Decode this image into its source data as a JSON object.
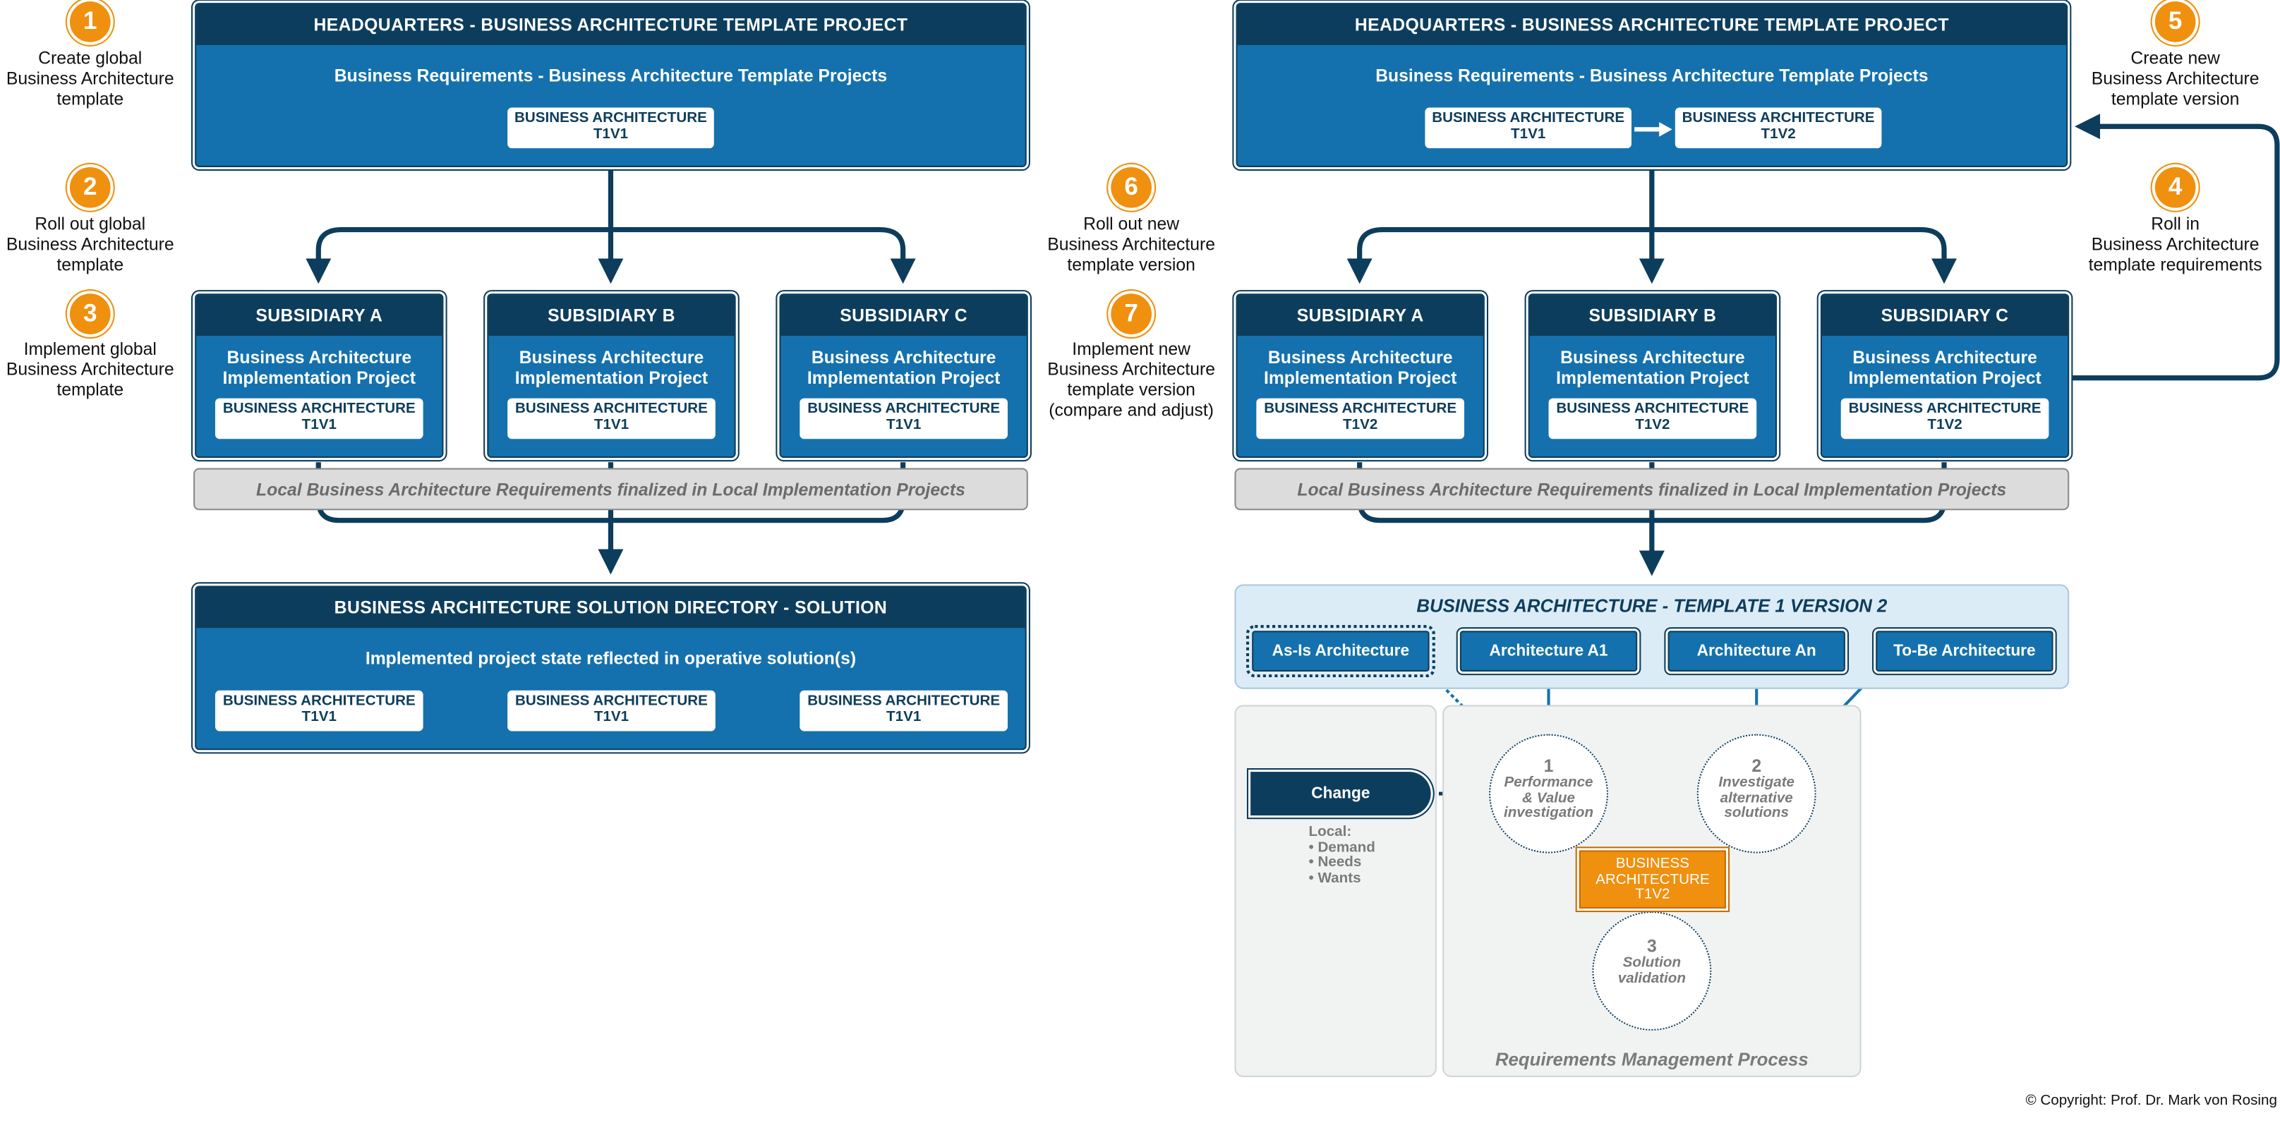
{
  "left": {
    "hq": {
      "title": "HEADQUARTERS - BUSINESS ARCHITECTURE TEMPLATE PROJECT",
      "subtitle": "Business Requirements - Business Architecture Template Projects",
      "tag": "BUSINESS ARCHITECTURE\nT1V1"
    },
    "subsidiaries": [
      {
        "title": "SUBSIDIARY A",
        "subtitle": "Business Architecture\nImplementation Project",
        "tag": "BUSINESS ARCHITECTURE\nT1V1"
      },
      {
        "title": "SUBSIDIARY B",
        "subtitle": "Business Architecture\nImplementation Project",
        "tag": "BUSINESS ARCHITECTURE\nT1V1"
      },
      {
        "title": "SUBSIDIARY C",
        "subtitle": "Business Architecture\nImplementation Project",
        "tag": "BUSINESS ARCHITECTURE\nT1V1"
      }
    ],
    "local_bar": "Local Business Architecture Requirements finalized in Local Implementation Projects",
    "solution": {
      "title": "BUSINESS ARCHITECTURE SOLUTION DIRECTORY - SOLUTION",
      "subtitle": "Implemented project state reflected in operative solution(s)",
      "tags": [
        "BUSINESS ARCHITECTURE\nT1V1",
        "BUSINESS ARCHITECTURE\nT1V1",
        "BUSINESS ARCHITECTURE\nT1V1"
      ]
    }
  },
  "right": {
    "hq": {
      "title": "HEADQUARTERS - BUSINESS ARCHITECTURE TEMPLATE PROJECT",
      "subtitle": "Business Requirements - Business Architecture Template Projects",
      "tag1": "BUSINESS ARCHITECTURE\nT1V1",
      "tag2": "BUSINESS ARCHITECTURE\nT1V2"
    },
    "subsidiaries": [
      {
        "title": "SUBSIDIARY A",
        "subtitle": "Business Architecture\nImplementation Project",
        "tag": "BUSINESS ARCHITECTURE\nT1V2"
      },
      {
        "title": "SUBSIDIARY B",
        "subtitle": "Business Architecture\nImplementation Project",
        "tag": "BUSINESS ARCHITECTURE\nT1V2"
      },
      {
        "title": "SUBSIDIARY C",
        "subtitle": "Business Architecture\nImplementation Project",
        "tag": "BUSINESS ARCHITECTURE\nT1V2"
      }
    ],
    "local_bar": "Local Business Architecture Requirements finalized in Local Implementation Projects",
    "template": {
      "title": "BUSINESS ARCHITECTURE - TEMPLATE 1 VERSION 2",
      "stages": [
        "As-Is Architecture",
        "Architecture A1",
        "Architecture An",
        "To-Be Architecture"
      ]
    },
    "change": {
      "label": "Change",
      "local_title": "Local:",
      "local_items": [
        "• Demand",
        "• Needs",
        "• Wants"
      ]
    },
    "process": {
      "steps": [
        {
          "n": "1",
          "text": "Performance\n& Value\ninvestigation"
        },
        {
          "n": "2",
          "text": "Investigate\nalternative\nsolutions"
        },
        {
          "n": "3",
          "text": "Solution\nvalidation"
        }
      ],
      "center_tag": "BUSINESS\nARCHITECTURE\nT1V2",
      "caption": "Requirements Management Process"
    }
  },
  "annotations": [
    {
      "n": "1",
      "text": "Create global\nBusiness Architecture\ntemplate"
    },
    {
      "n": "2",
      "text": "Roll out global\nBusiness Architecture\ntemplate"
    },
    {
      "n": "3",
      "text": "Implement global\nBusiness Architecture\ntemplate"
    },
    {
      "n": "4",
      "text": "Roll in\nBusiness Architecture\ntemplate requirements"
    },
    {
      "n": "5",
      "text": "Create new\nBusiness Architecture\ntemplate version"
    },
    {
      "n": "6",
      "text": "Roll out new\nBusiness Architecture\ntemplate version"
    },
    {
      "n": "7",
      "text": "Implement new\nBusiness Architecture\ntemplate version\n(compare and adjust)"
    }
  ],
  "copyright": "© Copyright: Prof. Dr. Mark von Rosing",
  "colors": {
    "dark_blue": "#0d3d5c",
    "mid_blue": "#1471ad",
    "orange": "#f0900f",
    "light_blue_panel": "#dcecf7",
    "grey_bar": "#dcdcdc"
  }
}
